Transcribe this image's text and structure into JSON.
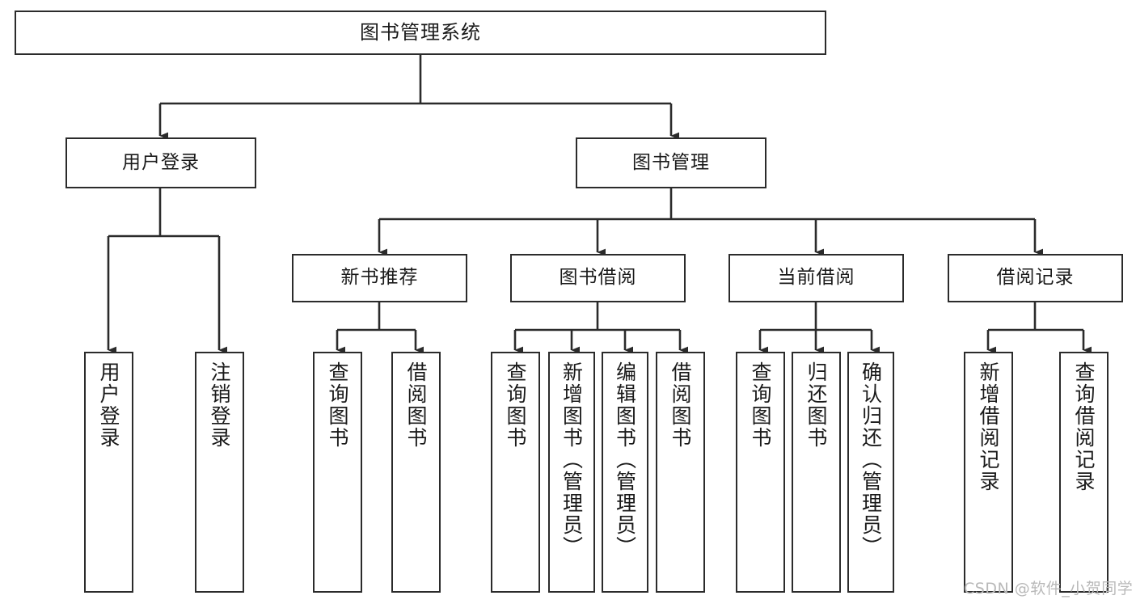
{
  "diagram": {
    "title": "图书管理系统",
    "type": "tree",
    "watermark": "CSDN @软件_小贺同学",
    "colors": {
      "stroke": "#2b2b2b",
      "fill": "#ffffff",
      "text": "#1a1a1a",
      "watermark": "#b9b9b9"
    },
    "nodes": {
      "root": {
        "label": "图书管理系统"
      },
      "level1": [
        {
          "id": "user-login",
          "label": "用户登录"
        },
        {
          "id": "book-manage",
          "label": "图书管理"
        }
      ],
      "level2": [
        {
          "id": "new-book-recommend",
          "label": "新书推荐"
        },
        {
          "id": "book-borrow",
          "label": "图书借阅"
        },
        {
          "id": "current-borrow",
          "label": "当前借阅"
        },
        {
          "id": "borrow-record",
          "label": "借阅记录"
        }
      ],
      "leaves": [
        {
          "id": "leaf-user-login",
          "label": "用户登录",
          "parent": "user-login"
        },
        {
          "id": "leaf-logout",
          "label": "注销登录",
          "parent": "user-login"
        },
        {
          "id": "leaf-query-book-1",
          "label": "查询图书",
          "parent": "new-book-recommend"
        },
        {
          "id": "leaf-borrow-book-1",
          "label": "借阅图书",
          "parent": "new-book-recommend"
        },
        {
          "id": "leaf-query-book-2",
          "label": "查询图书",
          "parent": "book-borrow"
        },
        {
          "id": "leaf-add-book",
          "label": "新增图书（管理员）",
          "parent": "book-borrow"
        },
        {
          "id": "leaf-edit-book",
          "label": "编辑图书（管理员）",
          "parent": "book-borrow"
        },
        {
          "id": "leaf-borrow-book-2",
          "label": "借阅图书",
          "parent": "book-borrow"
        },
        {
          "id": "leaf-query-book-3",
          "label": "查询图书",
          "parent": "current-borrow"
        },
        {
          "id": "leaf-return-book",
          "label": "归还图书",
          "parent": "current-borrow"
        },
        {
          "id": "leaf-confirm-return",
          "label": "确认归还（管理员）",
          "parent": "current-borrow"
        },
        {
          "id": "leaf-add-record",
          "label": "新增借阅记录",
          "parent": "borrow-record"
        },
        {
          "id": "leaf-query-record",
          "label": "查询借阅记录",
          "parent": "borrow-record"
        }
      ]
    }
  }
}
